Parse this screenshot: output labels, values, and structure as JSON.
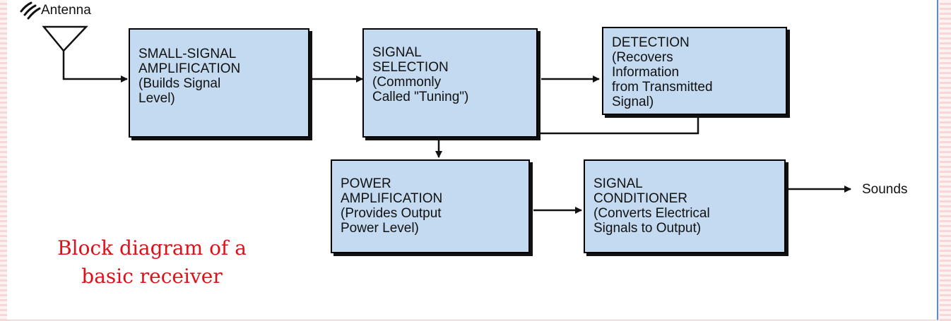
{
  "diagram": {
    "antenna_label": "Antenna",
    "output_label": "Sounds",
    "caption": {
      "line1": "Block diagram of a",
      "line2": "basic receiver"
    },
    "blocks": [
      {
        "id": "small-signal",
        "title_lines": [
          "SMALL-SIGNAL",
          "AMPLIFICATION"
        ],
        "sub_lines": [
          "(Builds Signal",
          "Level)"
        ]
      },
      {
        "id": "signal-selection",
        "title_lines": [
          "SIGNAL",
          "SELECTION"
        ],
        "sub_lines": [
          "(Commonly",
          "Called \"Tuning\")"
        ]
      },
      {
        "id": "detection",
        "title_lines": [
          "DETECTION"
        ],
        "sub_lines": [
          "(Recovers",
          "Information",
          "from Transmitted",
          "Signal)"
        ]
      },
      {
        "id": "power-amplification",
        "title_lines": [
          "POWER",
          "AMPLIFICATION"
        ],
        "sub_lines": [
          "(Provides Output",
          "Power Level)"
        ]
      },
      {
        "id": "signal-conditioner",
        "title_lines": [
          "SIGNAL",
          "CONDITIONER"
        ],
        "sub_lines": [
          "(Converts Electrical",
          "Signals to Output)"
        ]
      }
    ],
    "connections": [
      [
        "antenna",
        "small-signal"
      ],
      [
        "small-signal",
        "signal-selection"
      ],
      [
        "signal-selection",
        "detection"
      ],
      [
        "detection",
        "power-amplification"
      ],
      [
        "power-amplification",
        "signal-conditioner"
      ],
      [
        "signal-conditioner",
        "output"
      ]
    ]
  }
}
